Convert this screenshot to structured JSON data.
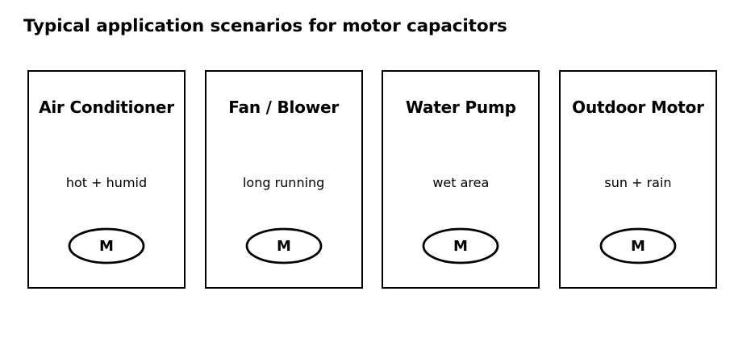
{
  "page": {
    "title": "Typical application scenarios for motor capacitors",
    "background_color": "#ffffff",
    "text_color": "#000000",
    "border_color": "#000000"
  },
  "cards": [
    {
      "title": "Air Conditioner",
      "subtitle": "hot + humid",
      "symbol_label": "M",
      "symbol_name": "motor-ellipse-symbol"
    },
    {
      "title": "Fan / Blower",
      "subtitle": "long running",
      "symbol_label": "M",
      "symbol_name": "motor-ellipse-symbol"
    },
    {
      "title": "Water Pump",
      "subtitle": "wet area",
      "symbol_label": "M",
      "symbol_name": "motor-ellipse-symbol"
    },
    {
      "title": "Outdoor Motor",
      "subtitle": "sun + rain",
      "symbol_label": "M",
      "symbol_name": "motor-ellipse-symbol"
    }
  ]
}
